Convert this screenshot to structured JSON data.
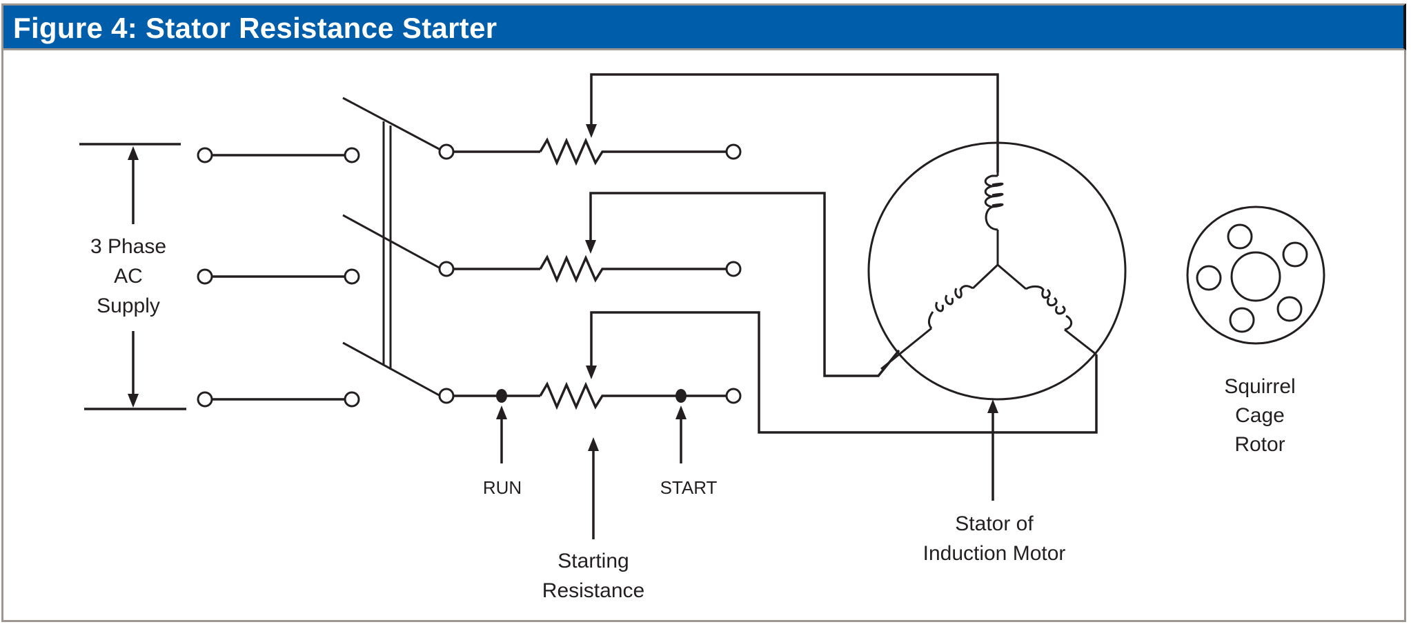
{
  "figure": {
    "title": "Figure 4: Stator Resistance Starter",
    "header_color": "#005daa",
    "border_color": "#9e9690"
  },
  "labels": {
    "supply": [
      "3 Phase",
      "AC",
      "Supply"
    ],
    "run": "RUN",
    "start": "START",
    "starting_resistance": [
      "Starting",
      "Resistance"
    ],
    "stator": [
      "Stator of",
      "Induction Motor"
    ],
    "rotor": [
      "Squirrel",
      "Cage",
      "Rotor"
    ]
  },
  "components": {
    "supply_lines": 3,
    "switch_poles": 3,
    "variable_resistors": 3,
    "stator_windings": 3,
    "rotor_bars": 5
  }
}
